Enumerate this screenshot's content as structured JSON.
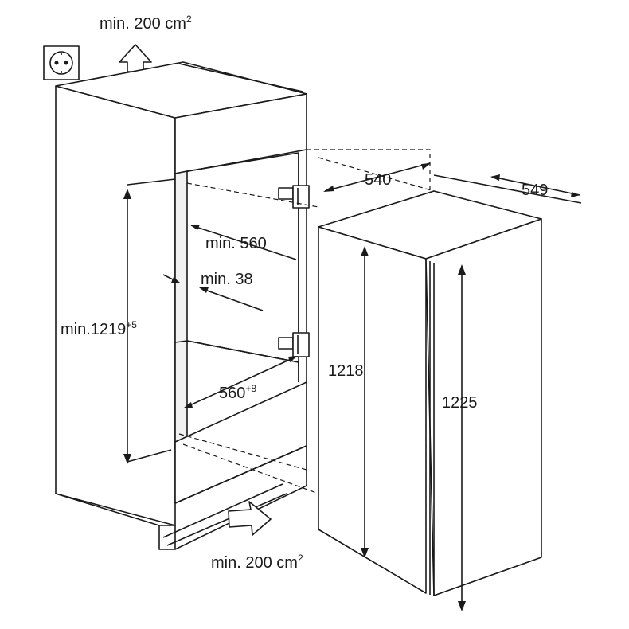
{
  "labels": {
    "top_vent": "min. 200 cm",
    "top_vent_sup": "2",
    "bottom_vent": "min. 200 cm",
    "bottom_vent_sup": "2",
    "depth_540": "540",
    "depth_549": "549",
    "niche_depth": "min. 560",
    "side_gap": "min. 38",
    "niche_height": "min.1219",
    "niche_height_sup": "+5",
    "niche_width": "560",
    "niche_width_sup": "+8",
    "appliance_height": "1218",
    "door_height": "1225"
  },
  "icons": {
    "socket": "power-socket-icon",
    "top_arrow": "airflow-up-arrow-icon",
    "bottom_arrow": "airflow-in-arrow-icon"
  }
}
